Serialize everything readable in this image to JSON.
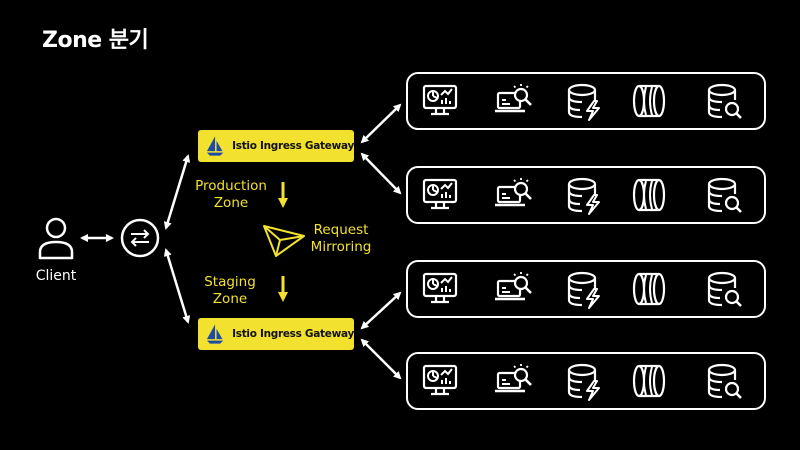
{
  "title": "Zone 분기",
  "client": {
    "label": "Client"
  },
  "gateways": [
    {
      "label": "Istio Ingress Gateway"
    },
    {
      "label": "Istio Ingress Gateway"
    }
  ],
  "labels": {
    "production_zone": "Production\nZone",
    "staging_zone": "Staging\nZone",
    "request_mirroring": "Request\nMirroring"
  },
  "service_rows": [
    {
      "icons": [
        "monitor-dashboard-icon",
        "laptop-search-icon",
        "database-bolt-icon",
        "disk-stack-icon",
        "database-search-icon"
      ]
    },
    {
      "icons": [
        "monitor-dashboard-icon",
        "laptop-search-icon",
        "database-bolt-icon",
        "disk-stack-icon",
        "database-search-icon"
      ]
    },
    {
      "icons": [
        "monitor-dashboard-icon",
        "laptop-search-icon",
        "database-bolt-icon",
        "disk-stack-icon",
        "database-search-icon"
      ]
    },
    {
      "icons": [
        "monitor-dashboard-icon",
        "laptop-search-icon",
        "database-bolt-icon",
        "disk-stack-icon",
        "database-search-icon"
      ]
    }
  ],
  "colors": {
    "background": "#000000",
    "accent_yellow": "#f2e12f",
    "line_white": "#ffffff"
  }
}
